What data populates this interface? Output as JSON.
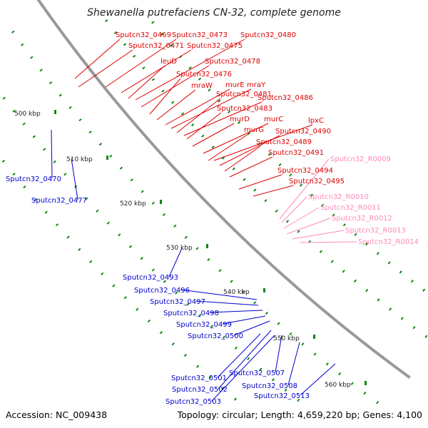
{
  "title": "Shewanella putrefaciens CN-32, complete genome",
  "footer": {
    "accession": "Accession: NC_009438",
    "summary": "Topology: circular; Length: 4,659,220 bp; Genes: 4,100"
  },
  "colors": {
    "forward_label": "#dd0000",
    "reverse_label": "#0000cc",
    "rna_label": "#ff88bb",
    "backbone": "#999999",
    "tick": "#118811"
  },
  "ticks": [
    "500 kbp",
    "510 kbp",
    "520 kbp",
    "530 kbp",
    "540 kbp",
    "550 kbp",
    "560 kbp"
  ],
  "forward_labels": [
    "Sputcn32_0469",
    "Sputcn32_0473",
    "Sputcn32_0480",
    "Sputcn32_0471",
    "Sputcn32_0475",
    "leuD",
    "Sputcn32_0478",
    "Sputcn32_0476",
    "mraW",
    "murE",
    "mraY",
    "Sputcn32_0481",
    "Sputcn32_0486",
    "Sputcn32_0483",
    "murD",
    "murC",
    "lpxC",
    "murG",
    "Sputcn32_0490",
    "Sputcn32_0489",
    "Sputcn32_0491",
    "Sputcn32_0494",
    "Sputcn32_0495"
  ],
  "rna_labels": [
    "Sputcn32_R0009",
    "Sputcn32_R0010",
    "Sputcn32_R0011",
    "Sputcn32_R0012",
    "Sputcn32_R0013",
    "Sputcn32_R0014"
  ],
  "reverse_labels": [
    "Sputcn32_0470",
    "Sputcn32_0477",
    "Sputcn32_0493",
    "Sputcn32_0496",
    "Sputcn32_0497",
    "Sputcn32_0498",
    "Sputcn32_0499",
    "Sputcn32_0500",
    "Sputcn32_0501",
    "Sputcn32_0507",
    "Sputcn32_0502",
    "Sputcn32_0508",
    "Sputcn32_0503",
    "Sputcn32_0513"
  ]
}
